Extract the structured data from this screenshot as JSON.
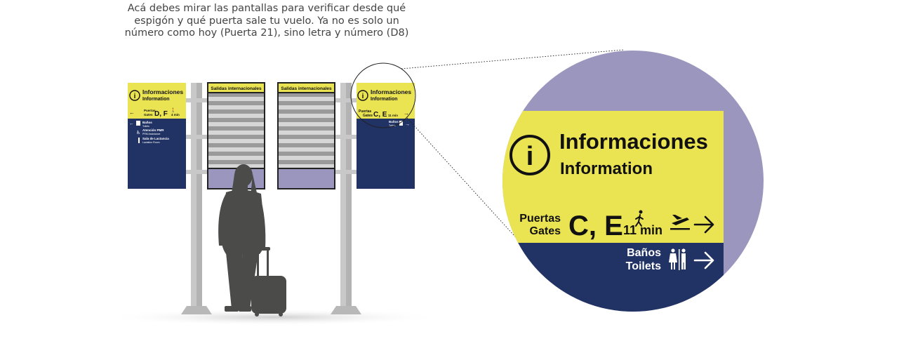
{
  "caption": {
    "lines": [
      "Acá debes mirar las pantallas para verificar desde qué",
      "espigón y qué puerta sale tu vuelo. Ya no es solo un",
      "número como hoy (Puerta 21), sino letra y número (D8)"
    ]
  },
  "left_sign": {
    "title": "Informaciones",
    "subtitle": "Information",
    "gates_label_es": "Puertas",
    "gates_label_en": "Gates",
    "gates": "D, F",
    "walk_time": "4 min",
    "rows": [
      {
        "es": "Baños",
        "en": "Toilets"
      },
      {
        "es": "Atención PMR",
        "en": "PRM Assistance"
      },
      {
        "es": "Sala de Lactancia",
        "en": "Lactation Room"
      }
    ]
  },
  "screens": [
    {
      "title": "Salidas internacionales"
    },
    {
      "title": "Salidas internacionales"
    }
  ],
  "right_sign": {
    "title": "Informaciones",
    "subtitle": "Information",
    "gates_label_es": "Puertas",
    "gates_label_en": "Gates",
    "gates": "C, E",
    "walk_time": "11 min",
    "toilets_es": "Baños",
    "toilets_en": "Toilets"
  },
  "zoom": {
    "title": "Informaciones",
    "subtitle": "Information",
    "gates_label_es": "Puertas",
    "gates_label_en": "Gates",
    "gates": "C, E",
    "walk_time": "11 min",
    "toilets_es": "Baños",
    "toilets_en": "Toilets"
  },
  "colors": {
    "yellow": "#ebe452",
    "navy": "#213265",
    "lavender": "#9b96bd",
    "pole": "#c8c8c8",
    "silhouette": "#4b4c4a"
  }
}
